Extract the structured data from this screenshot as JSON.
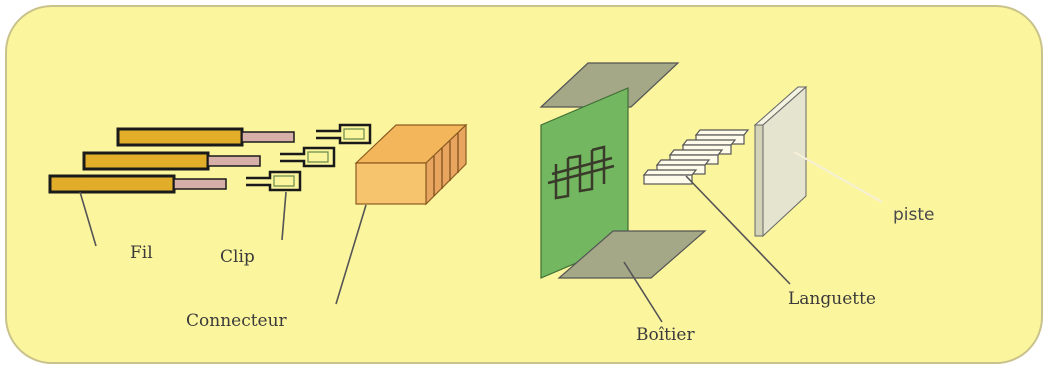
{
  "labels": {
    "fil": "Fil",
    "clip": "Clip",
    "connecteur": "Connecteur",
    "boitier": "Boîtier",
    "languette": "Languette",
    "piste": "piste"
  },
  "colors": {
    "background_panel": "#FBF59E",
    "panel_border": "#C9C28A",
    "wire_fill": "#E2AE2A",
    "wire_tip": "#D6AFA8",
    "connector_front": "#F7C46E",
    "connector_top": "#F3B65B",
    "connector_side": "#E7A560",
    "housing_green": "#73B861",
    "housing_plate": "#A4A886",
    "track_board": "#D3D3B7"
  }
}
